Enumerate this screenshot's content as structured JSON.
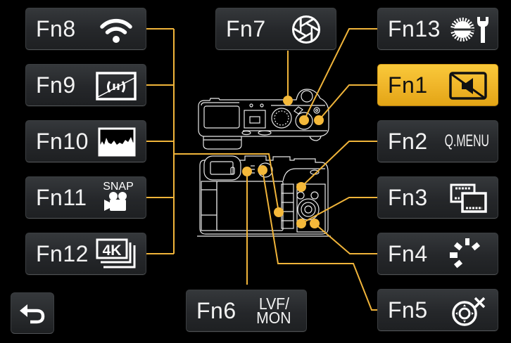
{
  "colors": {
    "background": "#000000",
    "button_top": "#35383b",
    "button_bottom": "#1e2022",
    "highlight": "#f3bb2a",
    "leader_line": "#f0b43a",
    "text": "#f2f2f2"
  },
  "selected_button": "Fn1",
  "buttons": {
    "fn8": {
      "label": "Fn8",
      "icon": "wifi-icon"
    },
    "fn9": {
      "label": "Fn9",
      "icon": "wireless-off-icon"
    },
    "fn10": {
      "label": "Fn10",
      "icon": "histogram-icon"
    },
    "fn11": {
      "label": "Fn11",
      "icon": "snap-movie-icon",
      "icon_text": "SNAP"
    },
    "fn12": {
      "label": "Fn12",
      "icon": "4k-photo-icon",
      "icon_text": "4K"
    },
    "fn7": {
      "label": "Fn7",
      "icon": "aperture-icon"
    },
    "fn13": {
      "label": "Fn13",
      "icon": "gear-wrench-icon"
    },
    "fn1": {
      "label": "Fn1",
      "icon": "mute-icon",
      "selected": true
    },
    "fn2": {
      "label": "Fn2",
      "function_text": "Q.MENU"
    },
    "fn3": {
      "label": "Fn3",
      "icon": "playback-switch-icon"
    },
    "fn4": {
      "label": "Fn4",
      "icon": "af-mode-icon"
    },
    "fn5": {
      "label": "Fn5",
      "icon": "focus-area-cancel-icon"
    },
    "fn6": {
      "label": "Fn6",
      "function_text": [
        "LVF/",
        "MON"
      ]
    }
  },
  "back_button": {
    "icon": "return-icon"
  },
  "illustration": {
    "name": "camera-top-and-rear-view",
    "callout_count": 9
  }
}
